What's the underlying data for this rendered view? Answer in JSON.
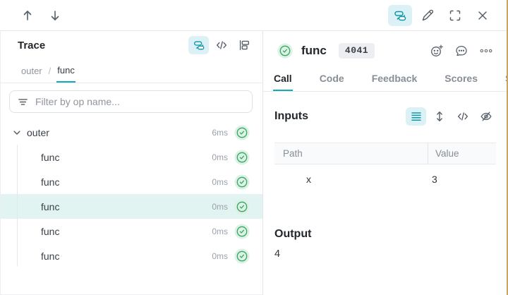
{
  "toolbar": {
    "up_icon": "navigate-up",
    "down_icon": "navigate-down",
    "view_icons": [
      "trace-view",
      "edit",
      "expand",
      "close"
    ]
  },
  "trace_panel": {
    "title": "Trace",
    "breadcrumb": {
      "parent": "outer",
      "sep": "/",
      "current": "func"
    },
    "filter_placeholder": "Filter by op name...",
    "tree": [
      {
        "label": "outer",
        "duration": "6ms"
      },
      {
        "label": "func",
        "duration": "0ms"
      },
      {
        "label": "func",
        "duration": "0ms"
      },
      {
        "label": "func",
        "duration": "0ms"
      },
      {
        "label": "func",
        "duration": "0ms"
      },
      {
        "label": "func",
        "duration": "0ms"
      }
    ]
  },
  "detail_panel": {
    "title": "func",
    "badge": "4041",
    "tabs": [
      {
        "label": "Call"
      },
      {
        "label": "Code"
      },
      {
        "label": "Feedback"
      },
      {
        "label": "Scores"
      },
      {
        "label": "S"
      }
    ],
    "inputs": {
      "heading": "Inputs",
      "columns": {
        "path": "Path",
        "value": "Value"
      },
      "rows": [
        {
          "path": "x",
          "value": "3"
        }
      ]
    },
    "output": {
      "heading": "Output",
      "value": "4"
    }
  },
  "colors": {
    "accent_teal": "#13a9ba",
    "icon_teal": "#0e97a7",
    "active_icon_bg": "#dcf1f6",
    "selected_row_bg": "#e1f4f1",
    "success_green": "#38a569",
    "success_green_bg": "#dcf2e3",
    "window_edge_tan": "#c9a566"
  }
}
